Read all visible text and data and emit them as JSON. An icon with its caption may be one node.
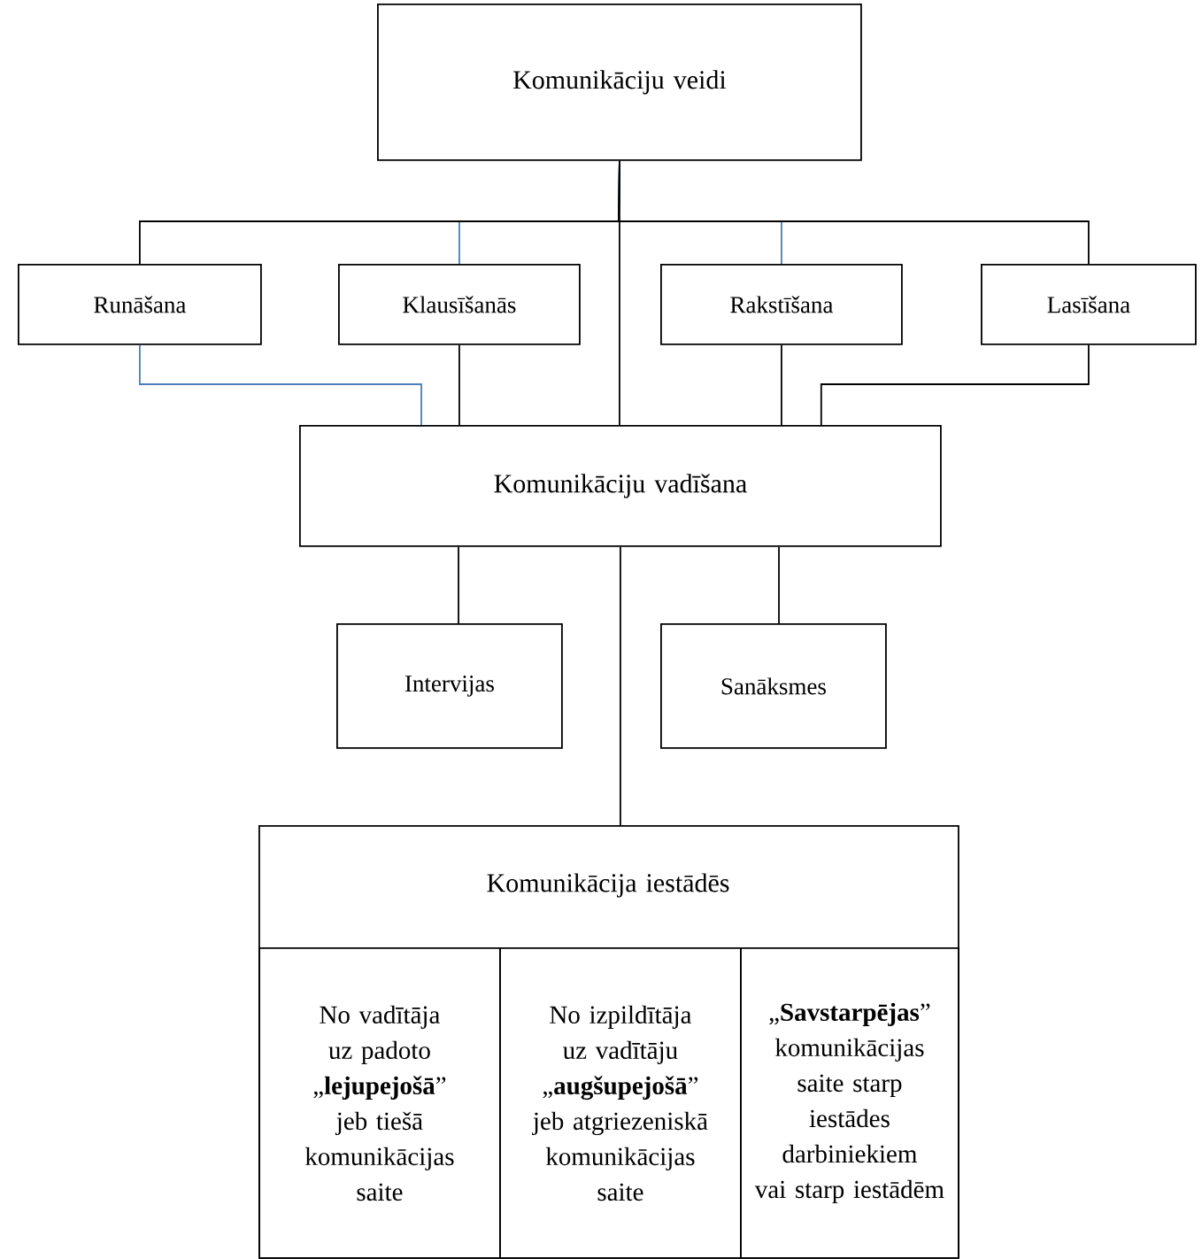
{
  "diagram": {
    "nodes": [
      {
        "text": [
          "Komunikāciju veidi"
        ]
      },
      {
        "text": [
          "Runāšana"
        ]
      },
      {
        "text": [
          "Klausīšanās"
        ]
      },
      {
        "text": [
          "Rakstīšana"
        ]
      },
      {
        "text": [
          "Lasīšana"
        ]
      },
      {
        "text": [
          "Komunikāciju vadīšana"
        ]
      },
      {
        "text": [
          "Intervijas"
        ]
      },
      {
        "text": [
          "Sanāksmes"
        ]
      },
      {
        "text": [
          "Komunikācija iestādēs"
        ]
      },
      {
        "text": [
          "No vadītāja uz padoto „**lejupejošā**” jeb tiešā komunikācijas saite"
        ],
        "in": 8
      },
      {
        "text": [
          "No izpildītāja uz vadītāju „**augšupejošā**” jeb atgriezeniskā komunikācijas saite"
        ],
        "in": 8
      },
      {
        "text": [
          "„**Savstarpējas**” komunikācijas saite starp iestādes darbiniekiem vai starp iestādēm"
        ],
        "in": 8
      }
    ],
    "edges": [
      {
        "from": 0,
        "to": 1,
        "arrow": "none"
      },
      {
        "from": 0,
        "to": 2,
        "arrow": "none",
        "color": "#4a7ebb"
      },
      {
        "from": 0,
        "to": 3,
        "arrow": "none",
        "color": "#4a7ebb"
      },
      {
        "from": 0,
        "to": 4,
        "arrow": "none"
      },
      {
        "from": 0,
        "to": 5,
        "arrow": "none"
      },
      {
        "from": 1,
        "to": 5,
        "arrow": "none",
        "color": "#4a7ebb"
      },
      {
        "from": 2,
        "to": 5,
        "arrow": "none"
      },
      {
        "from": 3,
        "to": 5,
        "arrow": "none"
      },
      {
        "from": 4,
        "to": 5,
        "arrow": "none"
      },
      {
        "from": 5,
        "to": 6,
        "arrow": "none"
      },
      {
        "from": 5,
        "to": 7,
        "arrow": "none"
      },
      {
        "from": 5,
        "to": 8,
        "arrow": "none"
      }
    ]
  }
}
